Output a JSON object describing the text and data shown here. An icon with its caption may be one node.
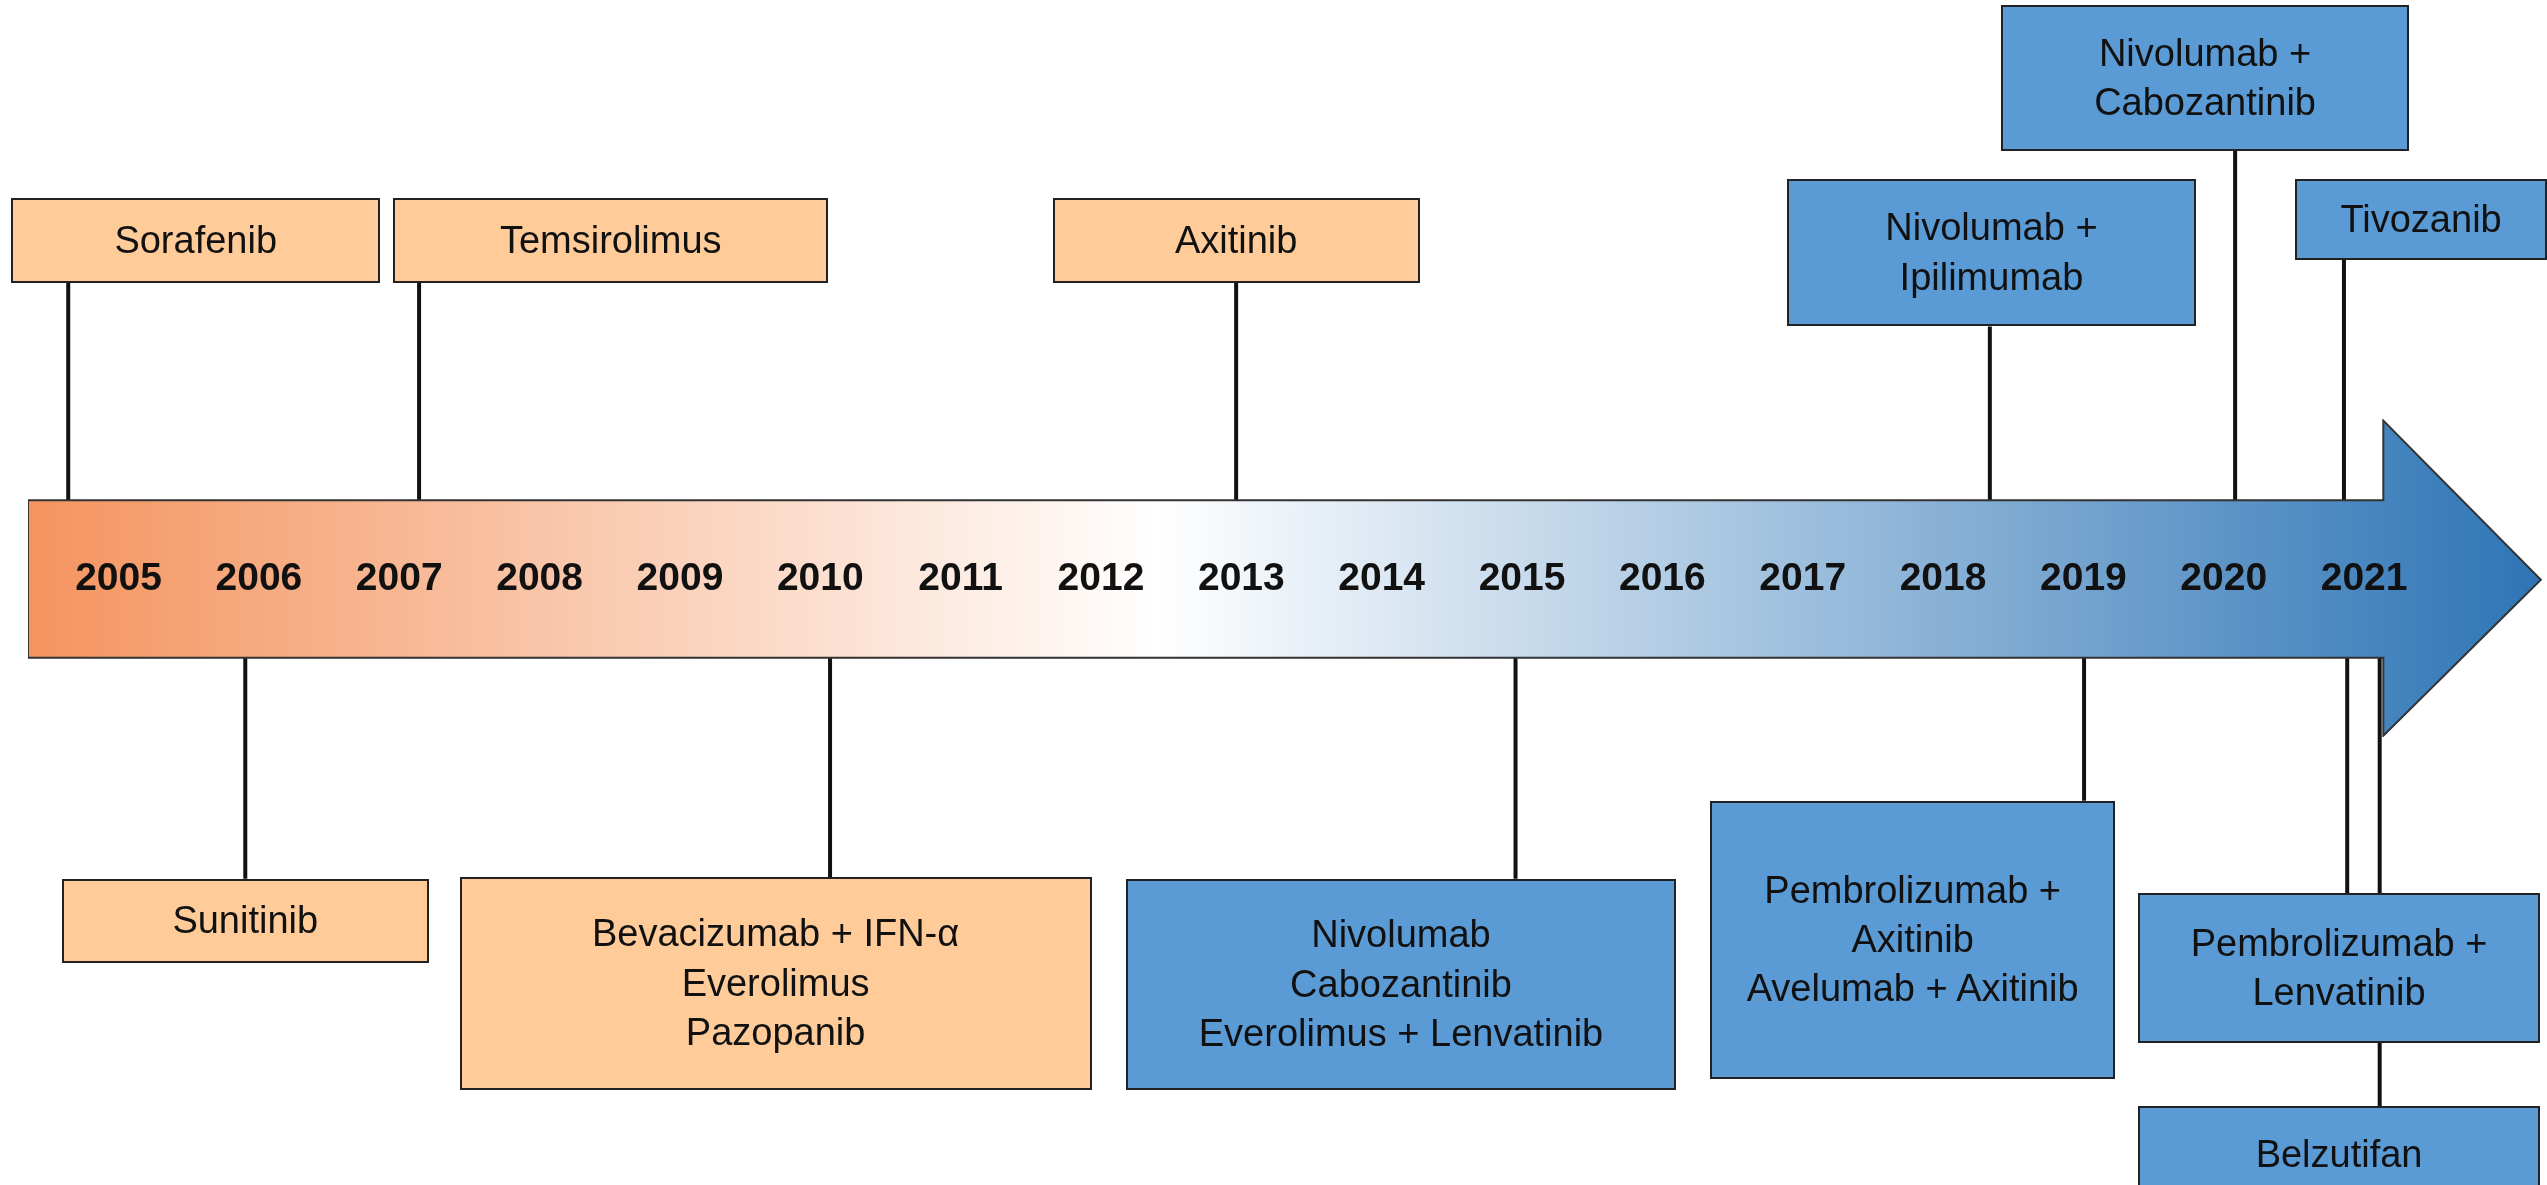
{
  "diagram": {
    "nodes": [
      {
        "text": [
          "2005",
          "2006",
          "2007",
          "2008",
          "2009",
          "2010",
          "2011",
          "2012",
          "2013",
          "2014",
          "2015",
          "2016",
          "2017",
          "2018",
          "2019",
          "2020",
          "2021"
        ]
      },
      {
        "text": [
          "Sorafenib"
        ]
      },
      {
        "text": [
          "Temsirolimus"
        ]
      },
      {
        "text": [
          "Axitinib"
        ]
      },
      {
        "text": [
          "Nivolumab + Cabozantinib"
        ]
      },
      {
        "text": [
          "Nivolumab + Ipilimumab"
        ]
      },
      {
        "text": [
          "Tivozanib"
        ]
      },
      {
        "text": [
          "Sunitinib"
        ]
      },
      {
        "text": [
          "Bevacizumab + IFN-α",
          "Everolimus",
          "Pazopanib"
        ]
      },
      {
        "text": [
          "Nivolumab",
          "Cabozantinib",
          "Everolimus + Lenvatinib"
        ]
      },
      {
        "text": [
          "Pembrolizumab + Axitinib",
          "Avelumab + Axitinib"
        ]
      },
      {
        "text": [
          "Pembrolizumab + Lenvatinib"
        ]
      },
      {
        "text": [
          "Belzutifan"
        ]
      }
    ],
    "edges": [
      {
        "from": 1,
        "to": 0,
        "arrow": "none"
      },
      {
        "from": 2,
        "to": 0,
        "arrow": "none"
      },
      {
        "from": 3,
        "to": 0,
        "arrow": "none"
      },
      {
        "from": 4,
        "to": 0,
        "arrow": "none"
      },
      {
        "from": 5,
        "to": 0,
        "arrow": "none"
      },
      {
        "from": 6,
        "to": 0,
        "arrow": "none"
      },
      {
        "from": 7,
        "to": 0,
        "arrow": "none"
      },
      {
        "from": 8,
        "to": 0,
        "arrow": "none"
      },
      {
        "from": 9,
        "to": 0,
        "arrow": "none"
      },
      {
        "from": 10,
        "to": 0,
        "arrow": "none"
      },
      {
        "from": 11,
        "to": 0,
        "arrow": "none"
      },
      {
        "from": 12,
        "to": 0,
        "arrow": "none"
      }
    ]
  }
}
